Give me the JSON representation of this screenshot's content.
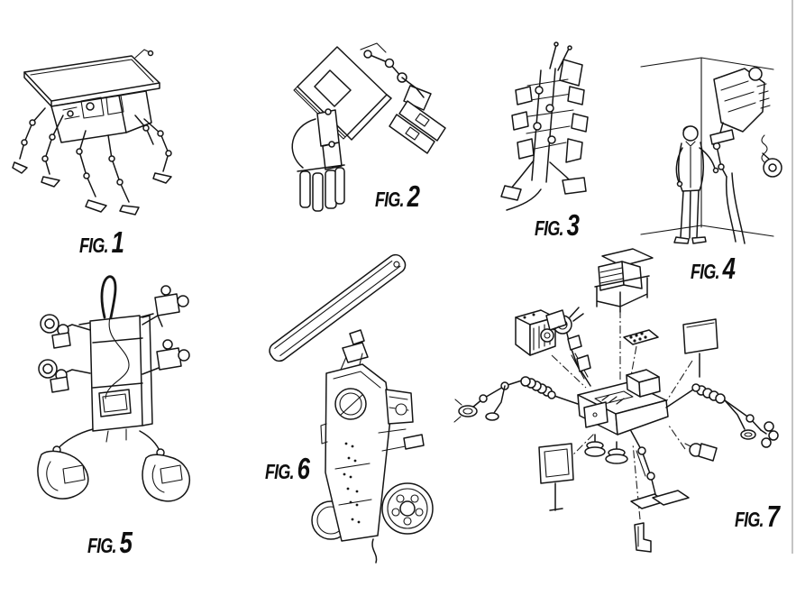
{
  "sheet": {
    "type": "patent drawing sheet",
    "background_color": "#ffffff",
    "ink_color": "#151515",
    "figure_count": 7,
    "right_border_color": "#8a8a8a"
  },
  "figures": [
    {
      "label_prefix": "FIG.",
      "label_number": "1",
      "subject": "walking robot with flat rectangular deck and six articulated legs"
    },
    {
      "label_prefix": "FIG.",
      "label_number": "2",
      "subject": "folded robot with tilted square panel body, gripper arm and cylinder base"
    },
    {
      "label_prefix": "FIG.",
      "label_number": "3",
      "subject": "robot climbing vertically with trailing cable"
    },
    {
      "label_prefix": "FIG.",
      "label_number": "4",
      "subject": "person standing beside wall-climbing robot in a room corner"
    },
    {
      "label_prefix": "FIG.",
      "label_number": "5",
      "subject": "robot with paired gripper arms, carry hook and wide rounded feet"
    },
    {
      "label_prefix": "FIG.",
      "label_number": "6",
      "subject": "wheeled robot chassis carrying a long beam"
    },
    {
      "label_prefix": "FIG.",
      "label_number": "7",
      "subject": "exploded view of four-limbed robot with detached modules and dash-dot assembly lines"
    }
  ]
}
